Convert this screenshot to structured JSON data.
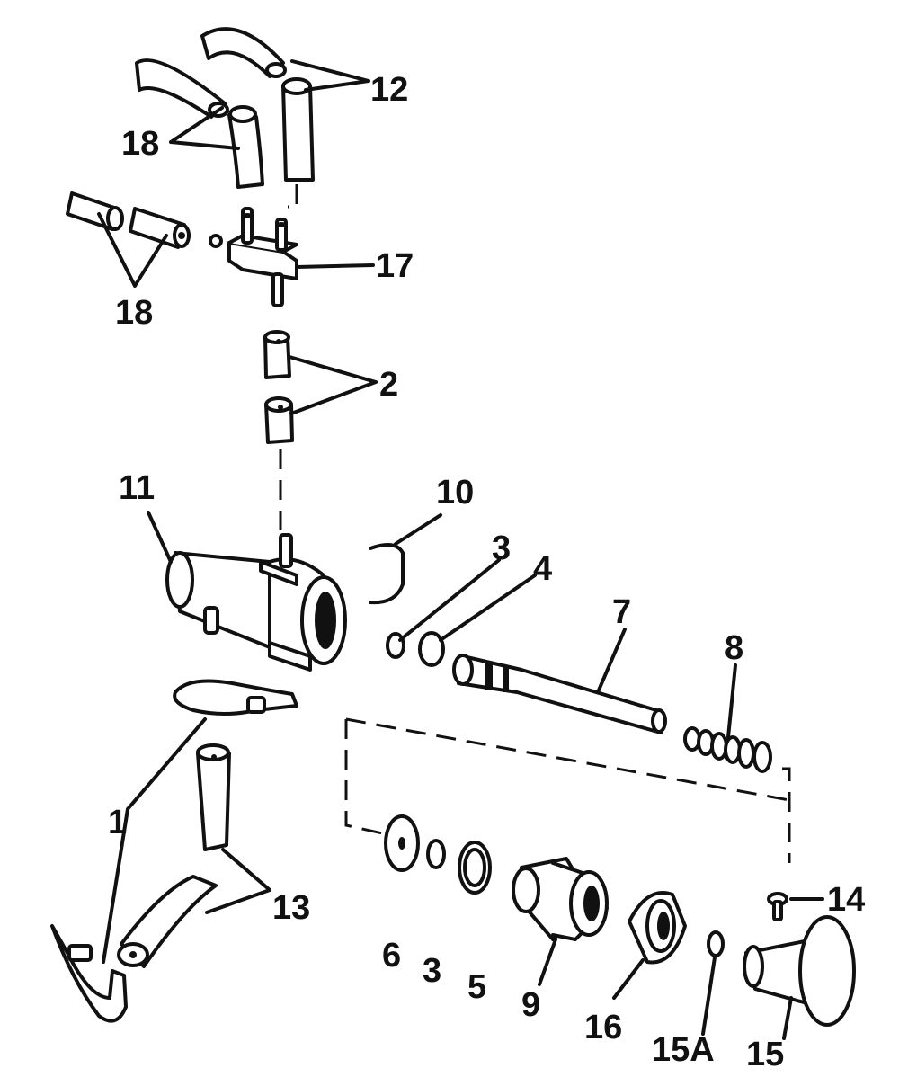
{
  "callouts": {
    "c1": "1",
    "c2": "2",
    "c3a": "3",
    "c3b": "3",
    "c4": "4",
    "c5": "5",
    "c6": "6",
    "c7": "7",
    "c8": "8",
    "c9": "9",
    "c10": "10",
    "c11": "11",
    "c12": "12",
    "c13": "13",
    "c14": "14",
    "c15": "15",
    "c15a": "15A",
    "c16": "16",
    "c17": "17",
    "c18a": "18",
    "c18b": "18"
  }
}
